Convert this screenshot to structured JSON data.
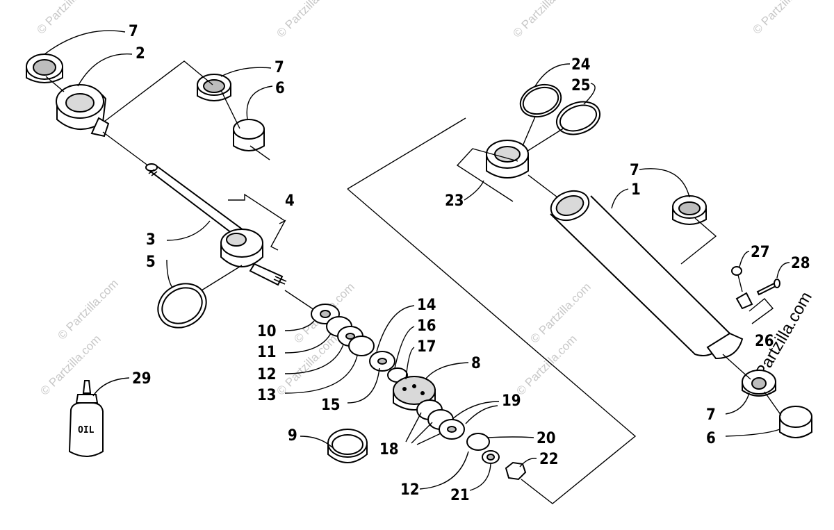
{
  "watermark": {
    "short": "© Partzilla.com",
    "edge": "Partzilla.com"
  },
  "bottle_label": "OIL",
  "callouts": {
    "c1": "1",
    "c2": "2",
    "c3": "3",
    "c4": "4",
    "c5": "5",
    "c6a": "6",
    "c6b": "6",
    "c7a": "7",
    "c7b": "7",
    "c7c": "7",
    "c7d": "7",
    "c8": "8",
    "c9": "9",
    "c10": "10",
    "c11": "11",
    "c12a": "12",
    "c12b": "12",
    "c13": "13",
    "c14": "14",
    "c15": "15",
    "c16": "16",
    "c17": "17",
    "c18": "18",
    "c19": "19",
    "c20": "20",
    "c21": "21",
    "c22": "22",
    "c23": "23",
    "c24": "24",
    "c25": "25",
    "c26": "26",
    "c27": "27",
    "c28": "28",
    "c29": "29"
  }
}
